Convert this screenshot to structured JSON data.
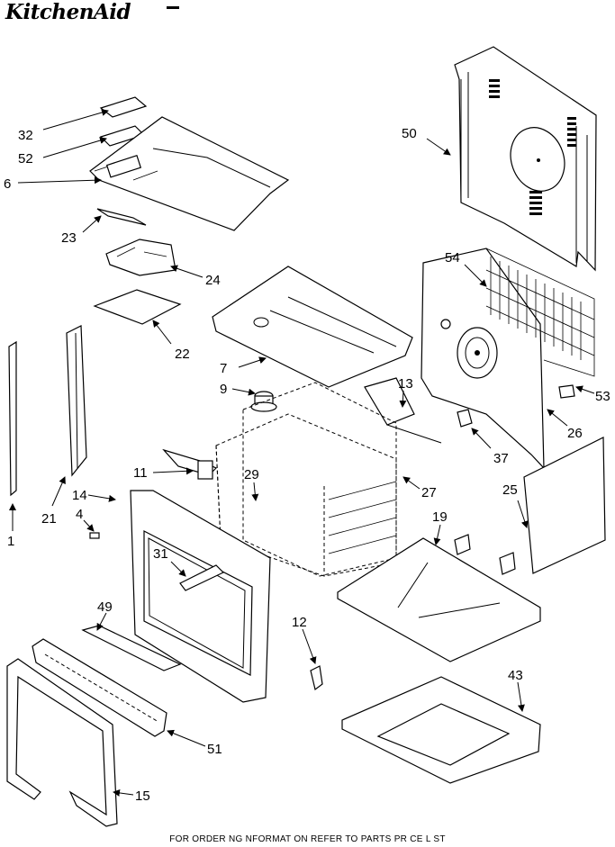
{
  "brand": "KitchenAid",
  "footer": "FOR ORDER NG NFORMAT ON REFER TO PARTS PR CE L ST",
  "callouts": [
    "32",
    "52",
    "6",
    "23",
    "24",
    "22",
    "7",
    "9",
    "13",
    "50",
    "54",
    "26",
    "53",
    "37",
    "1",
    "21",
    "14",
    "4",
    "11",
    "29",
    "27",
    "25",
    "19",
    "31",
    "49",
    "12",
    "43",
    "51",
    "15"
  ]
}
